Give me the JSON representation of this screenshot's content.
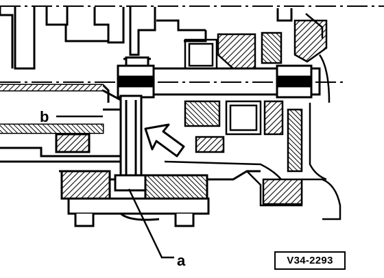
{
  "drawing": {
    "callouts": [
      {
        "id": "a",
        "label": "a"
      },
      {
        "id": "b",
        "label": "b"
      }
    ],
    "reference_code": "V34-2293",
    "ink_color": "#000000",
    "paper_color": "#ffffff"
  }
}
